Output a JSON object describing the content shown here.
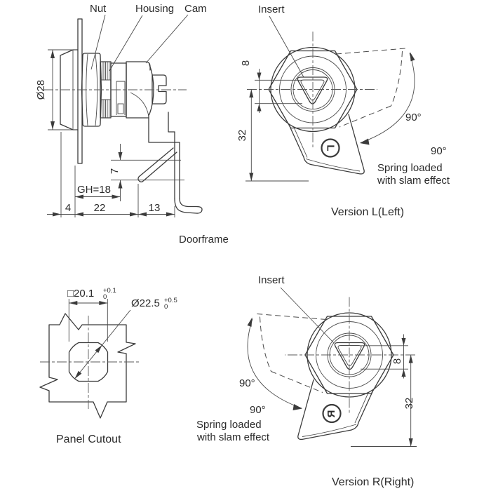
{
  "side": {
    "label_nut": "Nut",
    "label_housing": "Housing",
    "label_cam": "Cam",
    "dim_diameter": "Ø28",
    "dim_offset": "7",
    "dim_grip": "GH=18",
    "dim_front": "4",
    "dim_body": "22",
    "dim_rear": "13",
    "caption": "Doorframe"
  },
  "version_l": {
    "label_insert": "Insert",
    "dim_insert": "8",
    "dim_lever": "32",
    "angle_arc": "90°",
    "angle_note": "90°",
    "note_line1": "Spring loaded",
    "note_line2": "with slam effect",
    "caption": "Version L(Left)",
    "lever_letter": "L"
  },
  "cutout": {
    "dim_square": "□20.1",
    "square_tol_plus": "+0.1",
    "square_tol_minus": "0",
    "dim_circle": "Ø22.5",
    "circle_tol_plus": "+0.5",
    "circle_tol_minus": "0",
    "caption": "Panel Cutout"
  },
  "version_r": {
    "label_insert": "Insert",
    "dim_insert": "8",
    "dim_lever": "32",
    "angle_arc": "90°",
    "angle_note": "90°",
    "note_line1": "Spring loaded",
    "note_line2": "with slam effect",
    "caption": "Version R(Right)",
    "lever_letter": "R"
  },
  "colors": {
    "line": "#3b3b3b",
    "text": "#2b2b2b",
    "background": "#ffffff"
  }
}
